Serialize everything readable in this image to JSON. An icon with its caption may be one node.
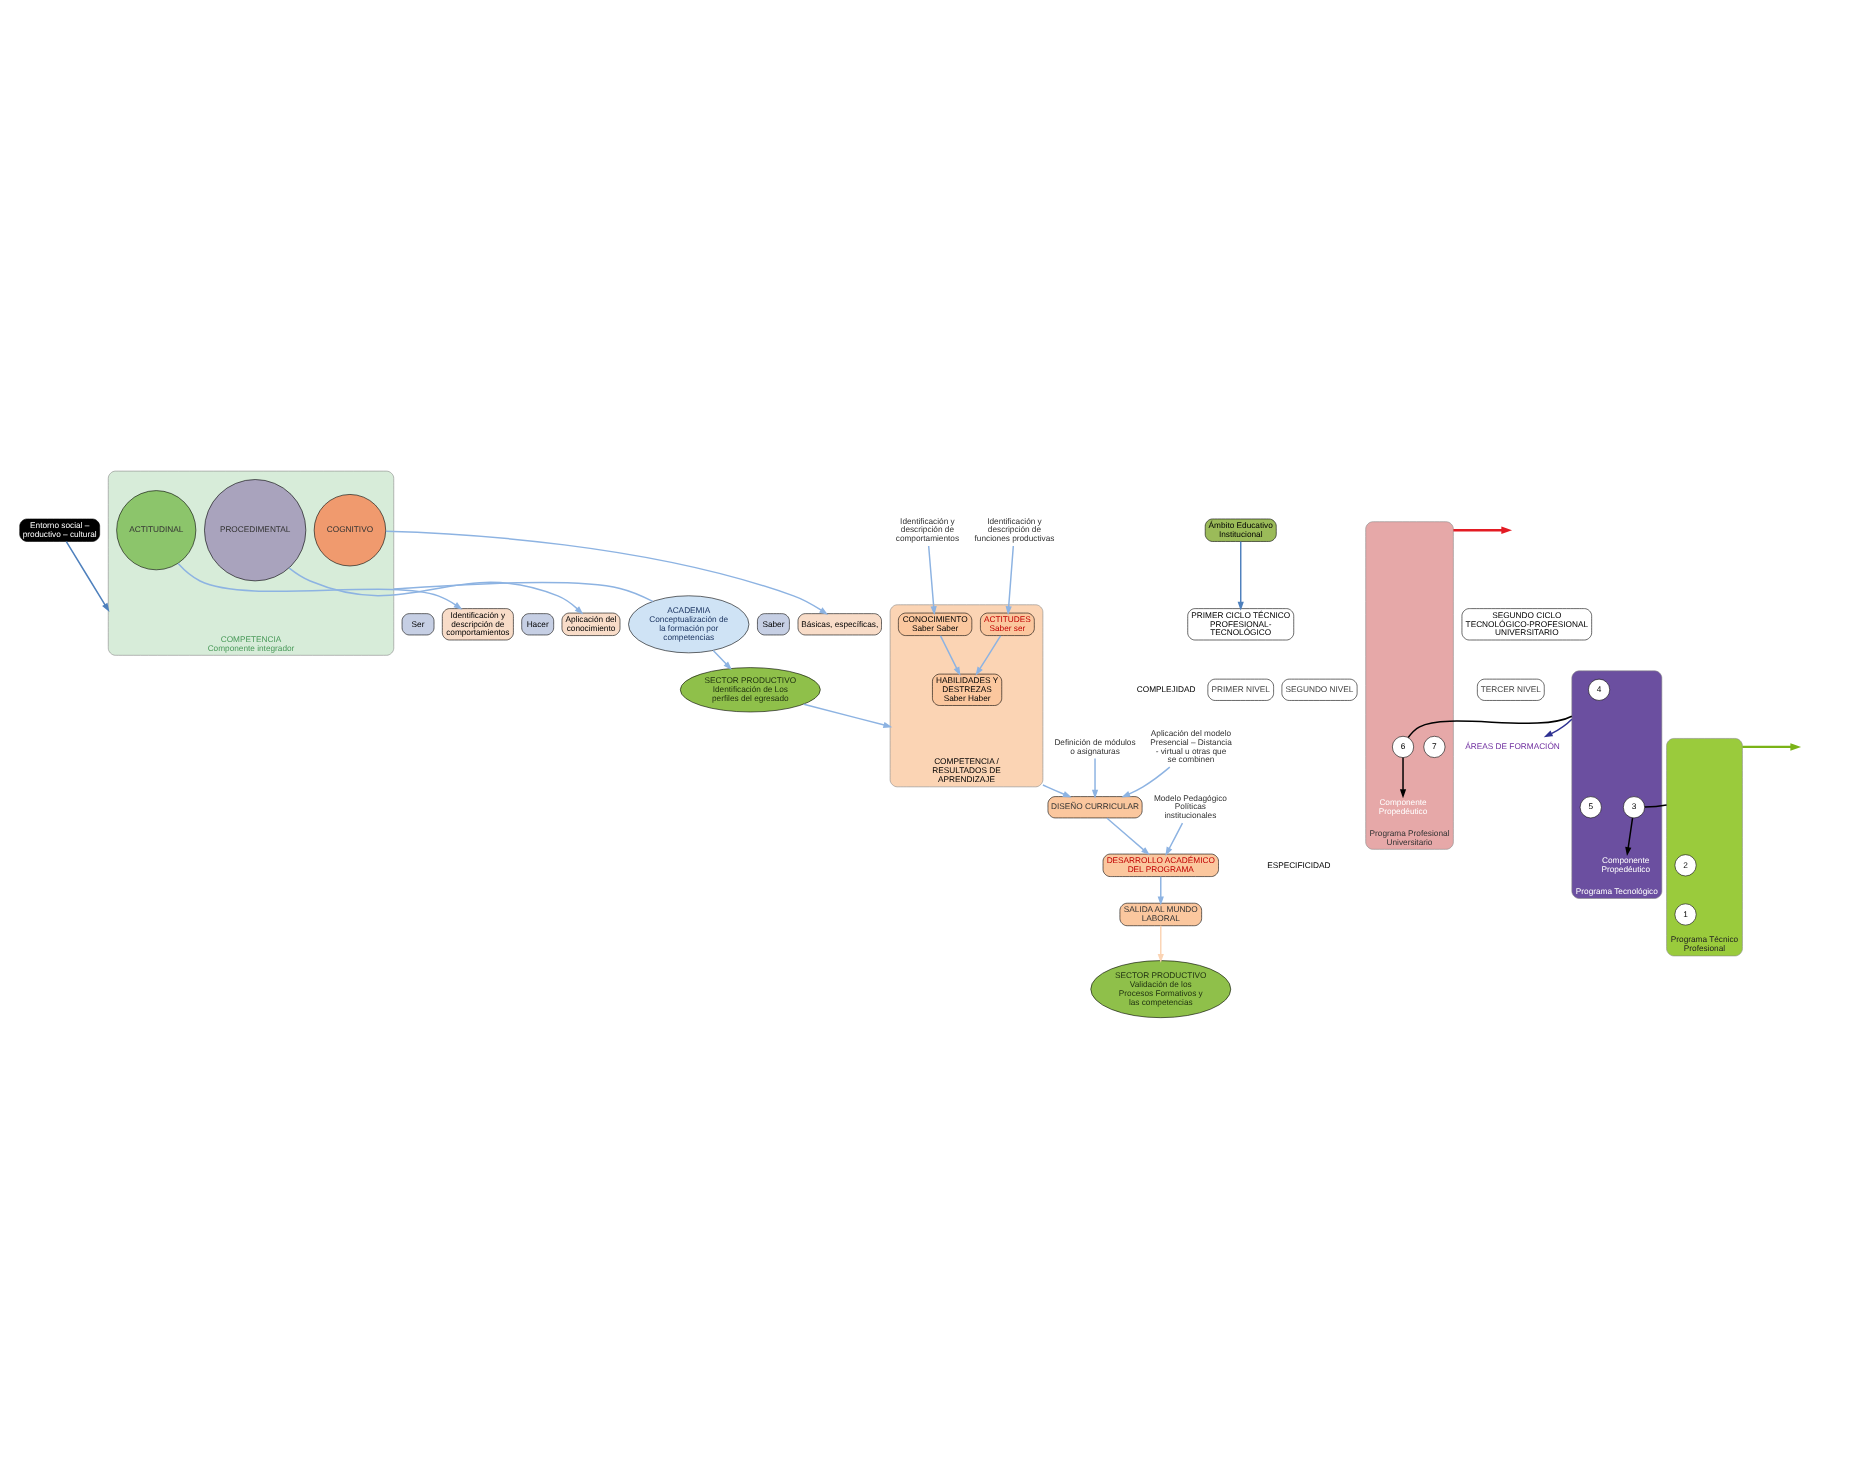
{
  "diagram": {
    "nodes": [
      {
        "text": [
          "Entorno social – productivo – cultural"
        ]
      },
      {
        "text": [
          "Ámbito Educativo Institucional"
        ]
      },
      {
        "text": [
          "COMPETENCIA",
          "Componente integrador"
        ]
      },
      {
        "text": [
          "ACTITUDINAL"
        ],
        "in": 2
      },
      {
        "text": [
          "PROCEDIMENTAL"
        ],
        "in": 2
      },
      {
        "text": [
          "COGNITIVO"
        ],
        "in": 2
      },
      {
        "text": [
          "Ser"
        ]
      },
      {
        "text": [
          "Hacer"
        ]
      },
      {
        "text": [
          "Saber"
        ]
      },
      {
        "text": [
          "Identificación y descripción de comportamientos"
        ]
      },
      {
        "text": [
          "Aplicación del conocimiento"
        ]
      },
      {
        "text": [
          "Básicas, específicas,"
        ]
      },
      {
        "text": [
          "ACADEMIA",
          "Conceptualización de la formación por competencias"
        ]
      },
      {
        "text": [
          "SECTOR PRODUCTIVO",
          "Identificación de Los perfiles del egresado"
        ]
      },
      {
        "text": [
          "COMPETENCIA / RESULTADOS DE APRENDIZAJE"
        ]
      },
      {
        "text": [
          "CONOCIMIENTO",
          "Saber Saber"
        ],
        "in": 14
      },
      {
        "text": [
          "HABILIDADES Y DESTREZAS",
          "Saber Haber"
        ],
        "in": 14
      },
      {
        "text": [
          "ACTITUDES",
          "Saber ser"
        ],
        "in": 14
      },
      {
        "text": [
          "Identificación y descripción de comportamientos"
        ]
      },
      {
        "text": [
          "Identificación y descripción de funciones productivas"
        ]
      },
      {
        "text": [
          "Definición de módulos o asignaturas"
        ]
      },
      {
        "text": [
          "DISEÑO CURRICULAR"
        ]
      },
      {
        "text": [
          "Aplicación del modelo Presencial – Distancia - virtual u otras que se combinen"
        ]
      },
      {
        "text": [
          "DESARROLLO ACADÉMICO DEL PROGRAMA"
        ]
      },
      {
        "text": [
          "Modelo Pedagógico Políticas institucionales"
        ]
      },
      {
        "text": [
          "SALIDA AL MUNDO LABORAL"
        ]
      },
      {
        "text": [
          "SECTOR PRODUCTIVO",
          "Validación de los Procesos Formativos y las competencias"
        ]
      },
      {
        "text": [
          "SEGUNDO CICLO TECNOLÓGICO-PROFESIONAL UNIVERSITARIO"
        ]
      },
      {
        "text": [
          "PRIMER CICLO TÉCNICO PROFESIONAL- TECNOLÓGICO"
        ]
      },
      {
        "text": [
          "PRIMER NIVEL"
        ]
      },
      {
        "text": [
          "SEGUNDO NIVEL"
        ]
      },
      {
        "text": [
          "TERCER NIVEL"
        ]
      },
      {
        "text": [
          "Programa Profesional Universitario"
        ]
      },
      {
        "text": [
          "Componente Propedéutico"
        ],
        "in": 32
      },
      {
        "text": [
          "6"
        ],
        "in": 32
      },
      {
        "text": [
          "7"
        ],
        "in": 32
      },
      {
        "text": [
          "Programa Tecnológico"
        ]
      },
      {
        "text": [
          "Componente Propedéutico"
        ],
        "in": 36
      },
      {
        "text": [
          "3"
        ],
        "in": 36
      },
      {
        "text": [
          "5"
        ],
        "in": 36
      },
      {
        "text": [
          "4"
        ],
        "in": 36
      },
      {
        "text": [
          "Programa Técnico Profesional"
        ]
      },
      {
        "text": [
          "2"
        ],
        "in": 41
      },
      {
        "text": [
          "1"
        ],
        "in": 41
      },
      {
        "text": [
          "ÁREAS DE FORMACIÓN"
        ]
      }
    ],
    "edges": [
      {
        "from": 0,
        "to": 2,
        "arrow": "to",
        "color": "#4f81bd"
      },
      {
        "from": 1,
        "to": 28,
        "arrow": "to",
        "color": "#4f81bd"
      },
      {
        "from": 3,
        "to": 9,
        "arrow": "to"
      },
      {
        "from": 4,
        "to": 10,
        "arrow": "to"
      },
      {
        "from": 5,
        "to": 11,
        "arrow": "to"
      },
      {
        "from": 12,
        "to": 2,
        "arrow": "none"
      },
      {
        "from": 12,
        "to": 13,
        "arrow": "to"
      },
      {
        "from": 13,
        "to": 14,
        "arrow": "to"
      },
      {
        "from": 18,
        "to": 15,
        "arrow": "to"
      },
      {
        "from": 15,
        "to": 16,
        "arrow": "to"
      },
      {
        "from": 17,
        "to": 16,
        "arrow": "to"
      },
      {
        "from": 19,
        "to": 17,
        "arrow": "to"
      },
      {
        "from": 14,
        "to": 21,
        "arrow": "to"
      },
      {
        "from": 20,
        "to": 21,
        "arrow": "to"
      },
      {
        "from": 22,
        "to": 21,
        "arrow": "to"
      },
      {
        "from": 21,
        "to": 23,
        "arrow": "to"
      },
      {
        "from": 24,
        "to": 23,
        "arrow": "to"
      },
      {
        "from": 23,
        "to": 25,
        "arrow": "to"
      },
      {
        "from": 25,
        "to": 26,
        "arrow": "to",
        "color": "#fbd4b4"
      },
      {
        "from": 41,
        "to": 38,
        "arrow": "none",
        "color": "#000000"
      },
      {
        "from": 38,
        "to": 37,
        "arrow": "to",
        "color": "#000000"
      },
      {
        "from": 36,
        "to": 34,
        "arrow": "none",
        "color": "#000000"
      },
      {
        "from": 34,
        "to": 33,
        "arrow": "to",
        "color": "#000000"
      },
      {
        "from": 36,
        "to": 44,
        "arrow": "to",
        "color": "#2e3192"
      },
      {
        "from": 41,
        "to": null,
        "arrow": "to",
        "color": "#7ab317"
      },
      {
        "from": 32,
        "to": null,
        "arrow": "to",
        "color": "#e31b23"
      }
    ],
    "labels": [
      "COMPLEJIDAD",
      "ESPECIFICIDAD"
    ]
  }
}
